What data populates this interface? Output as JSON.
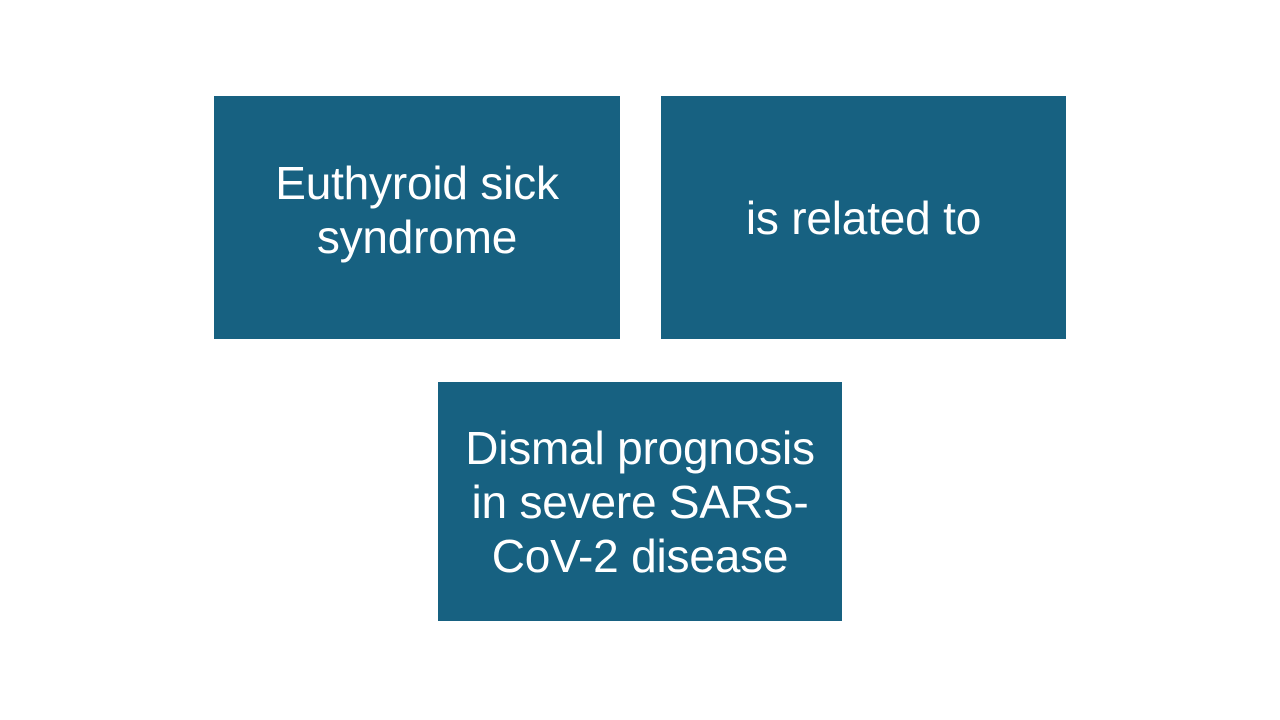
{
  "slide": {
    "background_color": "#ffffff",
    "node_fill_color": "#176181",
    "node_text_color": "#ffffff"
  },
  "nodes": [
    {
      "id": "subject",
      "role": "subject",
      "text": "Euthyroid sick\nsyndrome",
      "lines": [
        "Euthyroid sick",
        "syndrome"
      ]
    },
    {
      "id": "relation",
      "role": "relation",
      "text": "is related to",
      "lines": [
        "is related to"
      ]
    },
    {
      "id": "object",
      "role": "object",
      "text": "Dismal prognosis\nin severe SARS-\nCoV-2 disease",
      "lines": [
        "Dismal prognosis",
        "in severe SARS-",
        "CoV-2 disease"
      ]
    }
  ],
  "statement": "Euthyroid sick syndrome is related to Dismal prognosis in severe SARS-CoV-2 disease"
}
